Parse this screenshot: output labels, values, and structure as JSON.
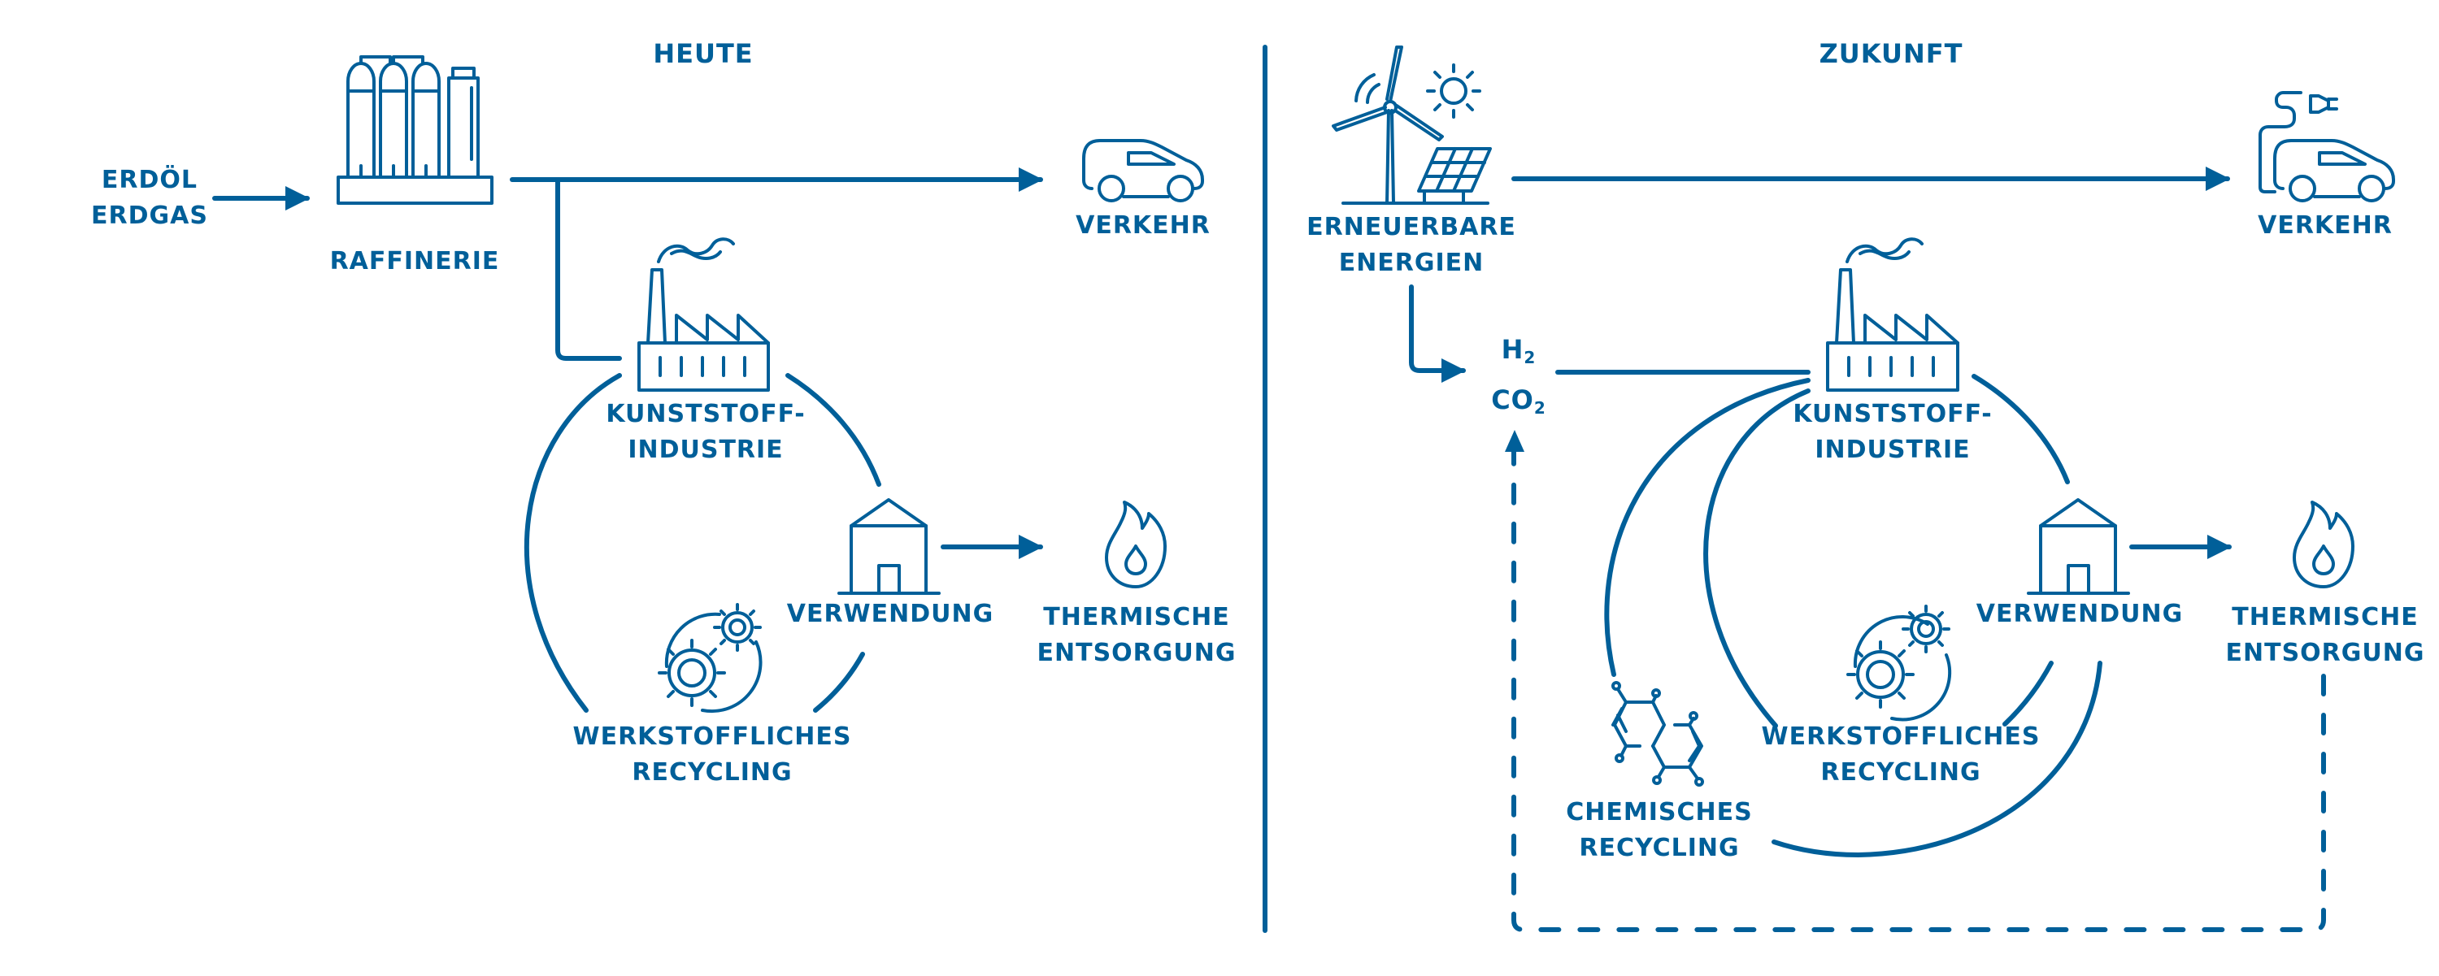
{
  "colors": {
    "primary": "#005f99",
    "background": "#ffffff"
  },
  "panels": {
    "today": {
      "heading": "HEUTE",
      "source": {
        "line1": "ERDÖL",
        "line2": "ERDGAS"
      },
      "refinery": {
        "label": "RAFFINERIE",
        "icon": "refinery-icon"
      },
      "transport": {
        "label": "VERKEHR",
        "icon": "car-icon"
      },
      "plastics_industry": {
        "line1": "KUNSTSTOFF-",
        "line2": "INDUSTRIE",
        "icon": "factory-icon"
      },
      "usage": {
        "label": "VERWENDUNG",
        "icon": "house-icon"
      },
      "thermal_disposal": {
        "line1": "THERMISCHE",
        "line2": "ENTSORGUNG",
        "icon": "flame-icon"
      },
      "mechanical_recycling": {
        "line1": "WERKSTOFFLICHES",
        "line2": "RECYCLING",
        "icon": "gears-icon"
      }
    },
    "future": {
      "heading": "ZUKUNFT",
      "source": {
        "line1": "ERNEUERBARE",
        "line2": "ENERGIEN",
        "icon": "wind-solar-icon"
      },
      "feedstock": {
        "h2_base": "H",
        "h2_sub": "2",
        "co2_base": "CO",
        "co2_sub": "2"
      },
      "transport": {
        "label": "VERKEHR",
        "icon": "electric-car-icon"
      },
      "plastics_industry": {
        "line1": "KUNSTSTOFF-",
        "line2": "INDUSTRIE",
        "icon": "factory-icon"
      },
      "usage": {
        "label": "VERWENDUNG",
        "icon": "house-icon"
      },
      "thermal_disposal": {
        "line1": "THERMISCHE",
        "line2": "ENTSORGUNG",
        "icon": "flame-icon"
      },
      "mechanical_recycling": {
        "line1": "WERKSTOFFLICHES",
        "line2": "RECYCLING",
        "icon": "gears-icon"
      },
      "chemical_recycling": {
        "line1": "CHEMISCHES",
        "line2": "RECYCLING",
        "icon": "molecule-icon"
      }
    }
  },
  "flows": {
    "today": [
      {
        "from": "ERDÖL/ERDGAS",
        "to": "RAFFINERIE",
        "style": "arrow"
      },
      {
        "from": "RAFFINERIE",
        "to": "VERKEHR",
        "style": "arrow"
      },
      {
        "from": "RAFFINERIE",
        "to": "KUNSTSTOFF-INDUSTRIE",
        "style": "line"
      },
      {
        "from": "KUNSTSTOFF-INDUSTRIE",
        "to": "VERWENDUNG",
        "style": "arc"
      },
      {
        "from": "VERWENDUNG",
        "to": "THERMISCHE ENTSORGUNG",
        "style": "arrow"
      },
      {
        "from": "VERWENDUNG",
        "to": "WERKSTOFFLICHES RECYCLING",
        "style": "arc"
      },
      {
        "from": "WERKSTOFFLICHES RECYCLING",
        "to": "KUNSTSTOFF-INDUSTRIE",
        "style": "arc"
      }
    ],
    "future": [
      {
        "from": "ERNEUERBARE ENERGIEN",
        "to": "VERKEHR",
        "style": "arrow"
      },
      {
        "from": "ERNEUERBARE ENERGIEN",
        "to": "H2/CO2",
        "style": "arrow"
      },
      {
        "from": "H2/CO2",
        "to": "KUNSTSTOFF-INDUSTRIE",
        "style": "line"
      },
      {
        "from": "KUNSTSTOFF-INDUSTRIE",
        "to": "VERWENDUNG",
        "style": "arc"
      },
      {
        "from": "VERWENDUNG",
        "to": "THERMISCHE ENTSORGUNG",
        "style": "arrow"
      },
      {
        "from": "VERWENDUNG",
        "to": "WERKSTOFFLICHES RECYCLING",
        "style": "arc"
      },
      {
        "from": "VERWENDUNG",
        "to": "CHEMISCHES RECYCLING",
        "style": "arc"
      },
      {
        "from": "CHEMISCHES RECYCLING",
        "to": "KUNSTSTOFF-INDUSTRIE",
        "style": "arc"
      },
      {
        "from": "THERMISCHE ENTSORGUNG",
        "to": "H2/CO2",
        "style": "dashed-arrow"
      }
    ]
  }
}
